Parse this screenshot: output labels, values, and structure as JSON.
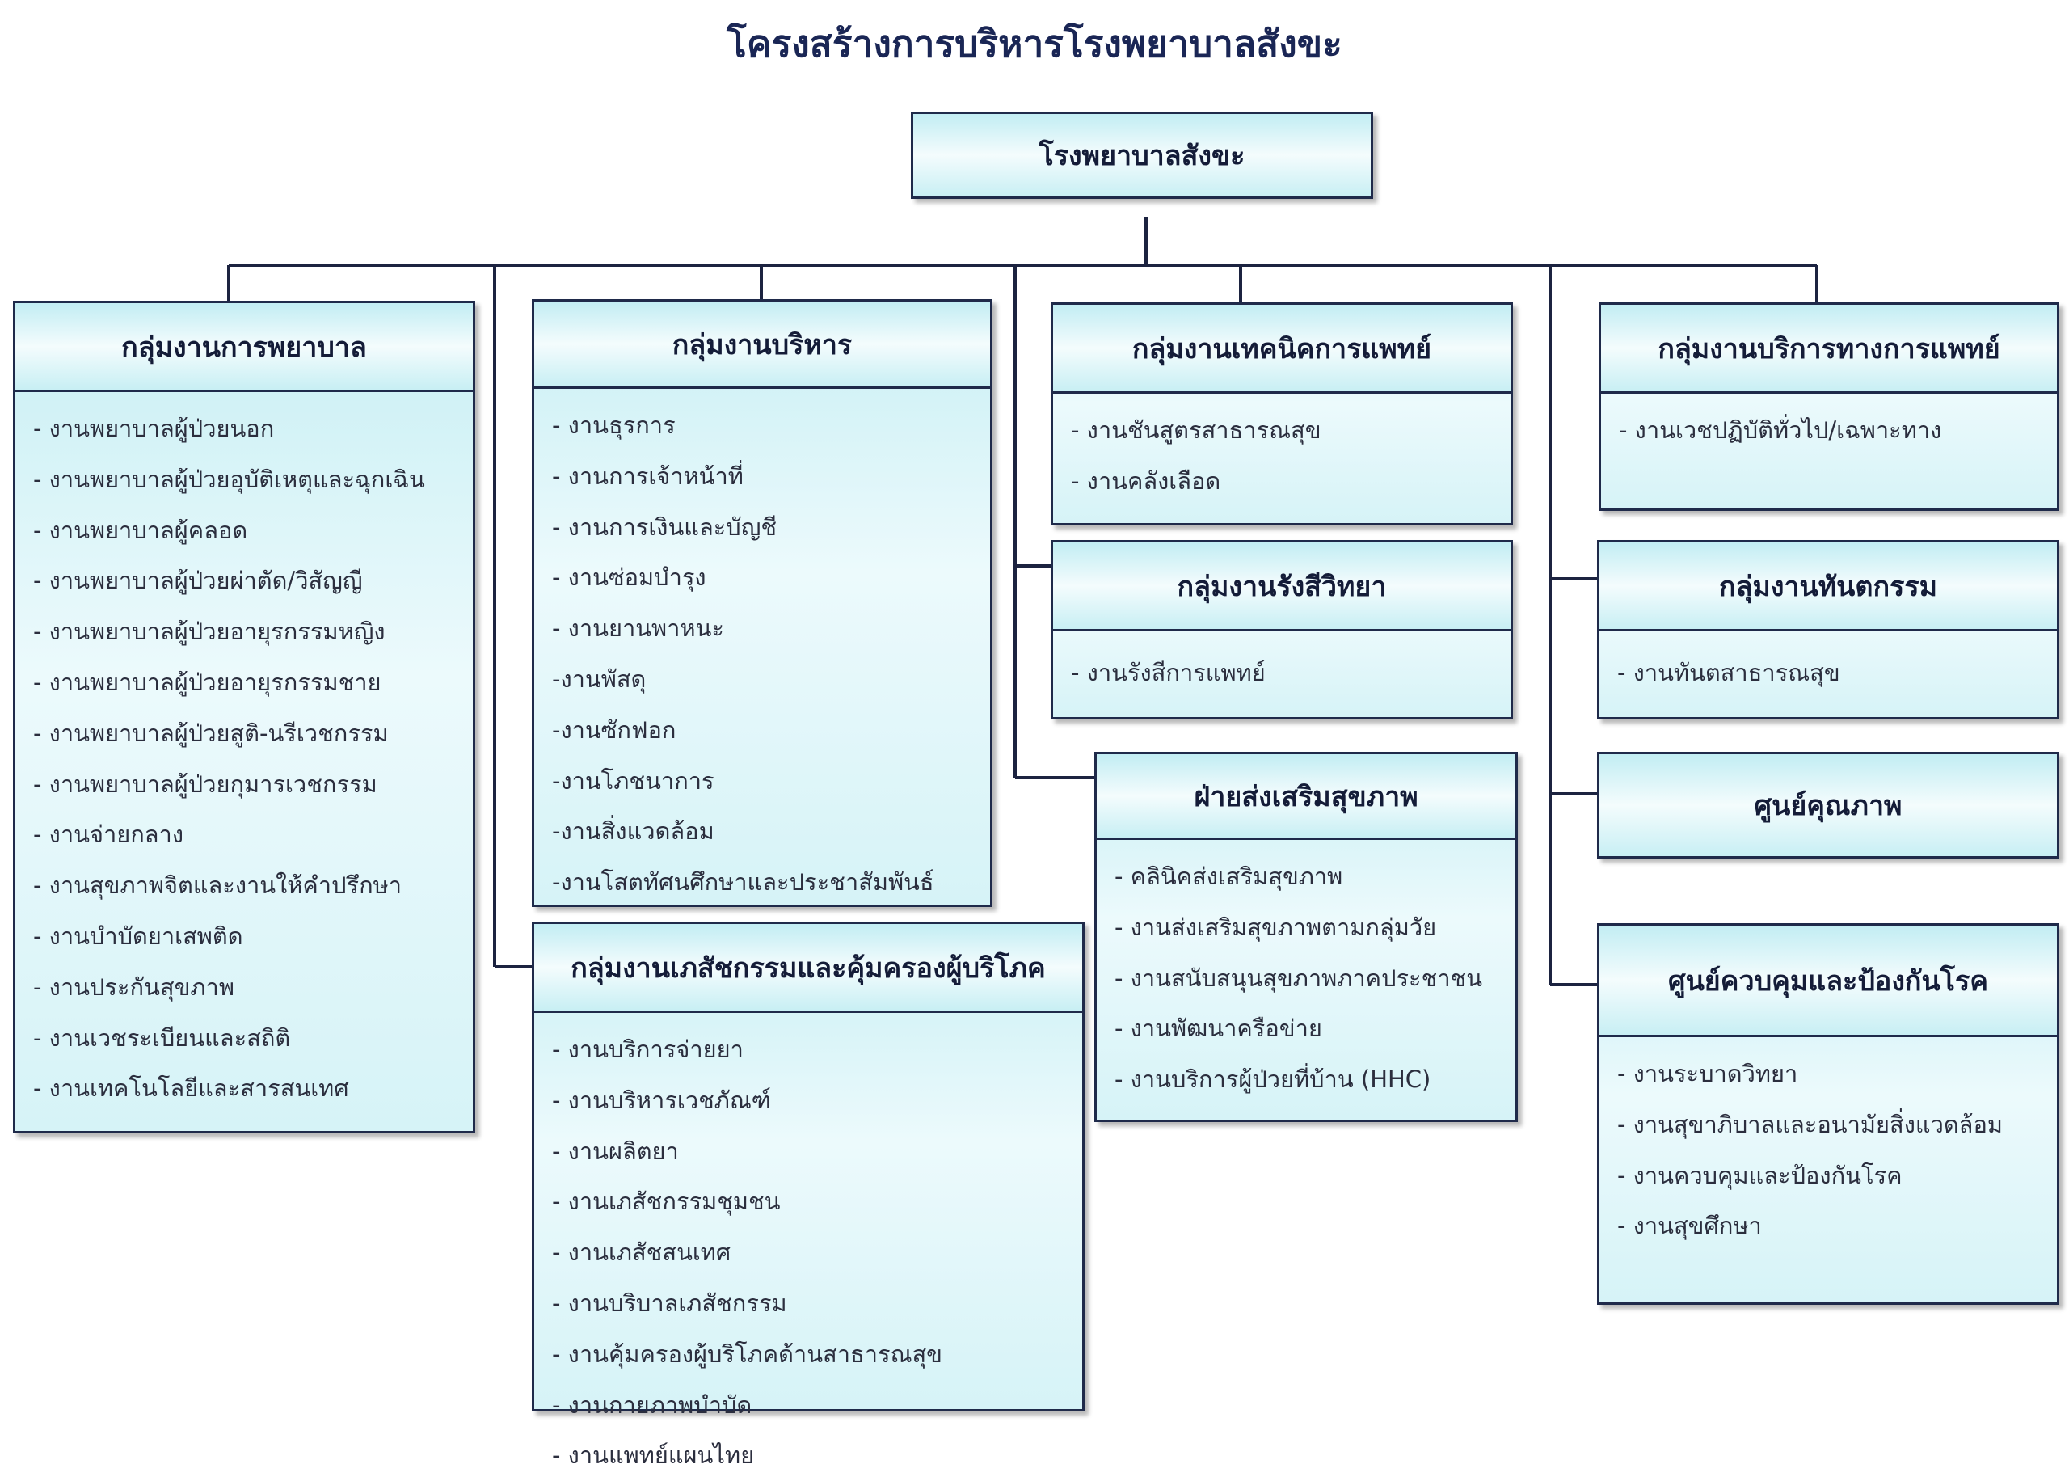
{
  "title": "โครงสร้างการบริหารโรงพยาบาลสังขะ",
  "root": "โรงพยาบาลสังขะ",
  "groups": {
    "nursing": {
      "title": "กลุ่มงานการพยาบาล",
      "items": [
        "- งานพยาบาลผู้ป่วยนอก",
        "- งานพยาบาลผู้ป่วยอุบัติเหตุและฉุกเฉิน",
        "- งานพยาบาลผู้คลอด",
        "- งานพยาบาลผู้ป่วยผ่าตัด/วิสัญญี",
        "- งานพยาบาลผู้ป่วยอายุรกรรมหญิง",
        "- งานพยาบาลผู้ป่วยอายุรกรรมชาย",
        "- งานพยาบาลผู้ป่วยสูติ-นรีเวชกรรม",
        "- งานพยาบาลผู้ป่วยกุมารเวชกรรม",
        "- งานจ่ายกลาง",
        "- งานสุขภาพจิตและงานให้คำปรึกษา",
        "- งานบำบัดยาเสพติด",
        "- งานประกันสุขภาพ",
        "- งานเวชระเบียนและสถิติ",
        "- งานเทคโนโลยีและสารสนเทศ"
      ]
    },
    "admin": {
      "title": "กลุ่มงานบริหาร",
      "items": [
        "- งานธุรการ",
        "- งานการเจ้าหน้าที่",
        "- งานการเงินและบัญชี",
        "- งานซ่อมบำรุง",
        "- งานยานพาหนะ",
        "-งานพัสดุ",
        "-งานซักฟอก",
        "-งานโภชนาการ",
        "-งานสิ่งแวดล้อม",
        "-งานโสตทัศนศึกษาและประชาสัมพันธ์"
      ]
    },
    "pharmacy": {
      "title": "กลุ่มงานเภสัชกรรมและคุ้มครองผู้บริโภค",
      "items": [
        "- งานบริการจ่ายยา",
        "- งานบริหารเวชภัณฑ์",
        "- งานผลิตยา",
        "- งานเภสัชกรรมชุมชน",
        "- งานเภสัชสนเทศ",
        "- งานบริบาลเภสัชกรรม",
        "- งานคุ้มครองผู้บริโภคด้านสาธารณสุข",
        "- งานกายภาพบำบัด",
        "- งานแพทย์แผนไทย"
      ]
    },
    "medtech": {
      "title": "กลุ่มงานเทคนิคการแพทย์",
      "items": [
        "- งานชันสูตรสาธารณสุข",
        "- งานคลังเลือด"
      ]
    },
    "radiology": {
      "title": "กลุ่มงานรังสีวิทยา",
      "items": [
        "- งานรังสีการแพทย์"
      ]
    },
    "promotion": {
      "title": "ฝ่ายส่งเสริมสุขภาพ",
      "items": [
        "- คลินิคส่งเสริมสุขภาพ",
        "- งานส่งเสริมสุขภาพตามกลุ่มวัย",
        "- งานสนับสนุนสุขภาพภาคประชาชน",
        "- งานพัฒนาครือข่าย",
        "- งานบริการผู้ป่วยที่บ้าน (HHC)"
      ]
    },
    "medservice": {
      "title": "กลุ่มงานบริการทางการแพทย์",
      "items": [
        "- งานเวชปฏิบัติทั่วไป/เฉพาะทาง"
      ]
    },
    "dental": {
      "title": "กลุ่มงานทันตกรรม",
      "items": [
        "- งานทันตสาธารณสุข"
      ]
    },
    "quality": {
      "title": "ศูนย์คุณภาพ"
    },
    "disease": {
      "title": "ศูนย์ควบคุมและป้องกันโรค",
      "items": [
        "- งานระบาดวิทยา",
        "- งานสุขาภิบาลและอนามัยสิ่งแวดล้อม",
        "- งานควบคุมและป้องกันโรค",
        "- งานสุขศึกษา"
      ]
    }
  }
}
